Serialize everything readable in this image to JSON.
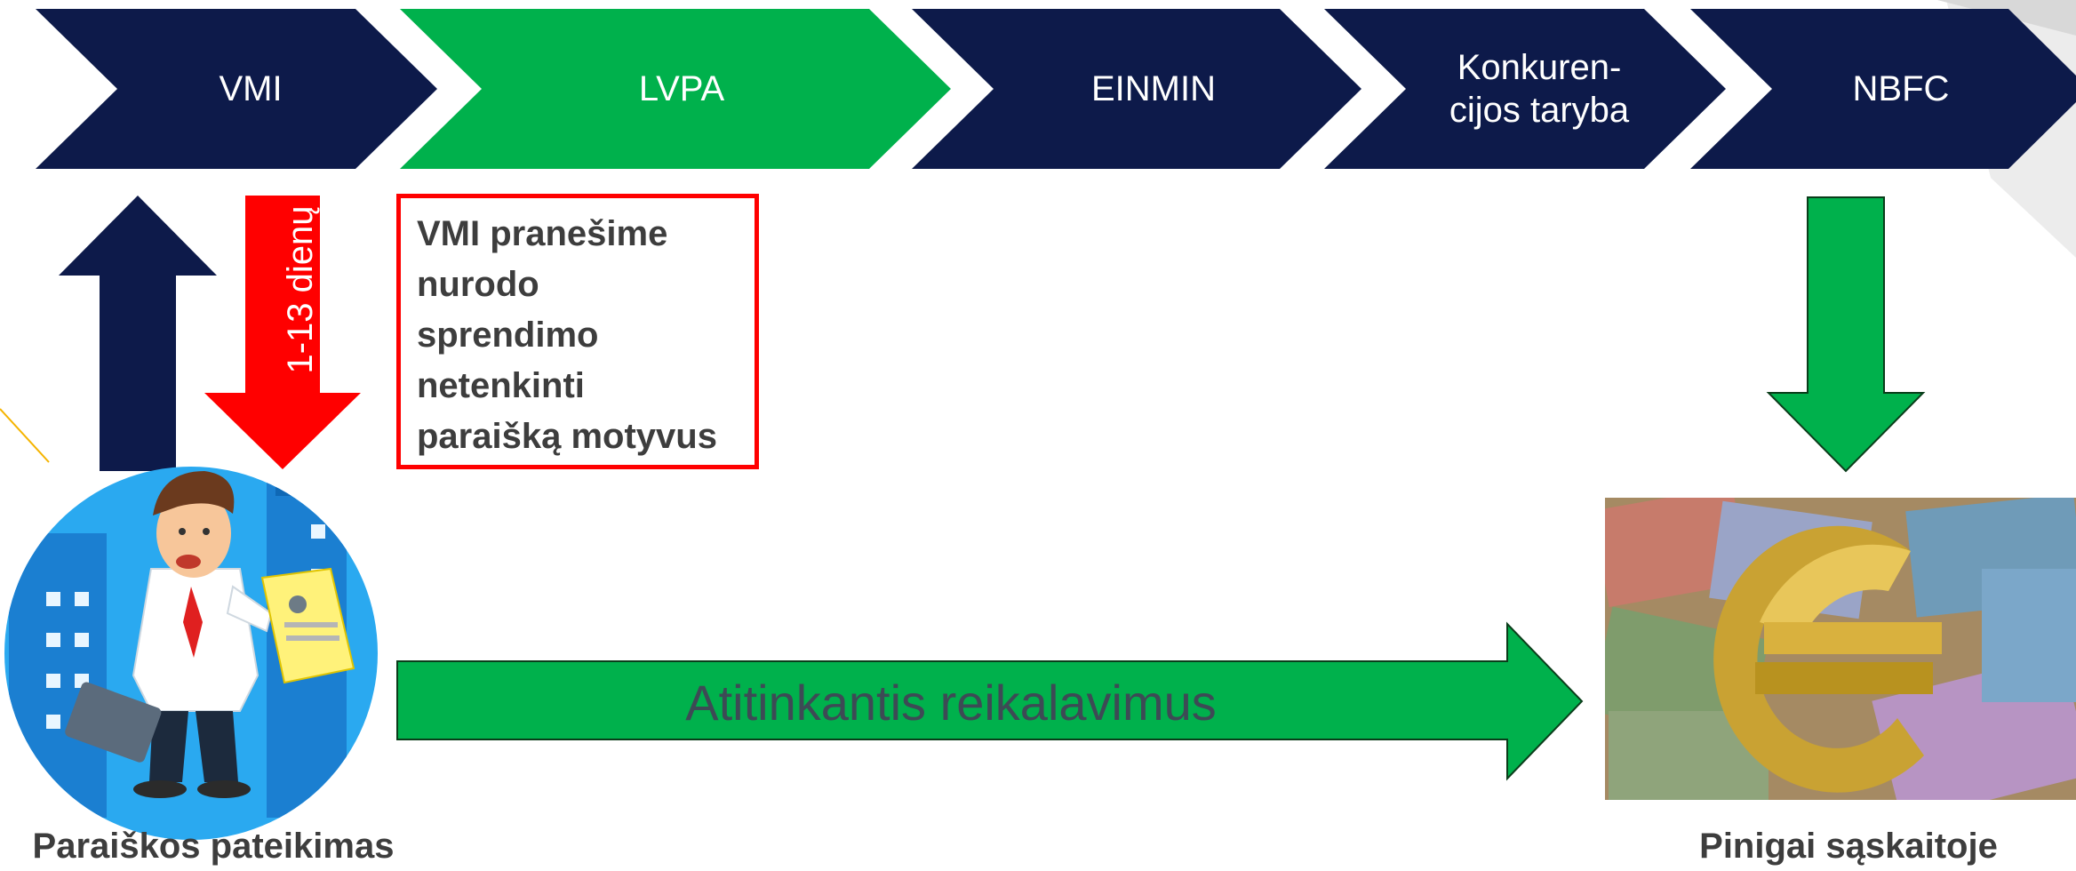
{
  "stages": [
    {
      "id": "vmi",
      "label": "VMI",
      "color": "#0d1a4a"
    },
    {
      "id": "lvpa",
      "label": "LVPA",
      "color": "#00b14c"
    },
    {
      "id": "einmin",
      "label": "EINMIN",
      "color": "#0d1a4a"
    },
    {
      "id": "konkurencijos",
      "label": "Konkuren-\ncijos taryba",
      "color": "#0d1a4a"
    },
    {
      "id": "nbfc",
      "label": "NBFC",
      "color": "#0d1a4a"
    }
  ],
  "rejection": {
    "days_label": "1-13 dienų",
    "note": "VMI pranešime\nnurodo\nsprendimo\nnetenkinti\nparaišką motyvus",
    "color": "#ff0000"
  },
  "approval": {
    "label": "Atitinkantis reikalavimus",
    "color": "#00b14c"
  },
  "captions": {
    "submission": "Paraiškos pateikimas",
    "money": "Pinigai sąskaitoje"
  },
  "colors": {
    "navy": "#0d1a4a",
    "green": "#00b14c",
    "red": "#ff0000",
    "text_dark": "#3d3d3d"
  }
}
